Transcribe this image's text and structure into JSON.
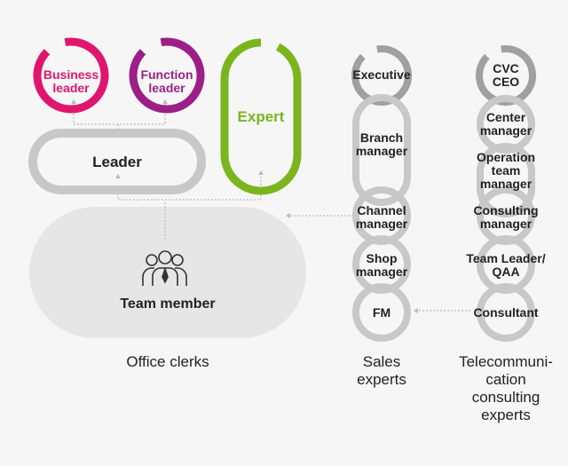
{
  "colors": {
    "background": "#f6f6f6",
    "gray_ring": "#c8c8c8",
    "gray_ring_outer": "#a0a0a0",
    "pink": "#e0166e",
    "purple": "#9b1f86",
    "green": "#7ab51d",
    "connector": "#bbbbbb",
    "team_fill": "#e6e6e6"
  },
  "office": {
    "business_leader": "Business\nleader",
    "function_leader": "Function\nleader",
    "expert": "Expert",
    "leader": "Leader",
    "team_member": "Team member",
    "team_icon": "team-people-icon",
    "caption": "Office clerks"
  },
  "sales": {
    "levels": [
      "Executive",
      "Branch\nmanager",
      "Channel\nmanager",
      "Shop\nmanager",
      "FM"
    ],
    "caption": "Sales\nexperts"
  },
  "telecom": {
    "levels": [
      "CVC\nCEO",
      "Center\nmanager",
      "Operation\nteam\nmanager",
      "Consulting\nmanager",
      "Team Leader/\nQAA",
      "Consultant"
    ],
    "caption": "Telecommuni-\ncation\nconsulting\nexperts"
  }
}
